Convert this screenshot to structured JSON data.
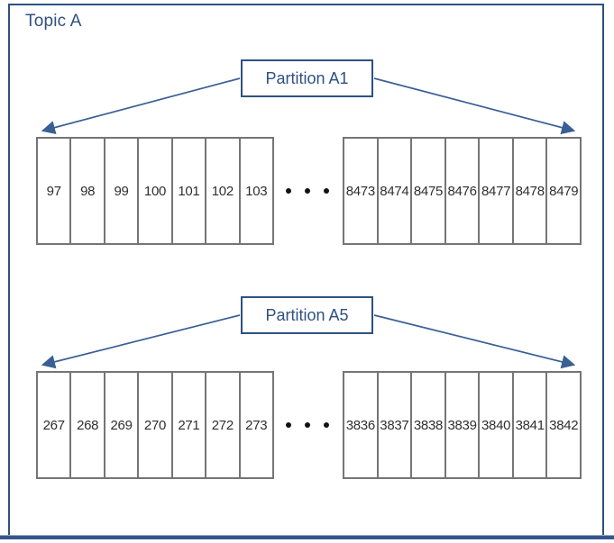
{
  "topic": {
    "label": "Topic A"
  },
  "partitions": [
    {
      "label": "Partition A1",
      "left_cells": [
        "97",
        "98",
        "99",
        "100",
        "101",
        "102",
        "103"
      ],
      "right_cells": [
        "8473",
        "8474",
        "8475",
        "8476",
        "8477",
        "8478",
        "8479"
      ]
    },
    {
      "label": "Partition A5",
      "left_cells": [
        "267",
        "268",
        "269",
        "270",
        "271",
        "272",
        "273"
      ],
      "right_cells": [
        "3836",
        "3837",
        "3838",
        "3839",
        "3840",
        "3841",
        "3842"
      ]
    }
  ],
  "icons": {
    "ellipsis": "horizontal-ellipsis-dots"
  },
  "colors": {
    "accent_blue": "#2e5181",
    "arrow_blue": "#3a5f94",
    "cell_border_gray": "#757575",
    "cell_text": "#2f2f2f",
    "bottom_bar_blue": "#35568a"
  }
}
